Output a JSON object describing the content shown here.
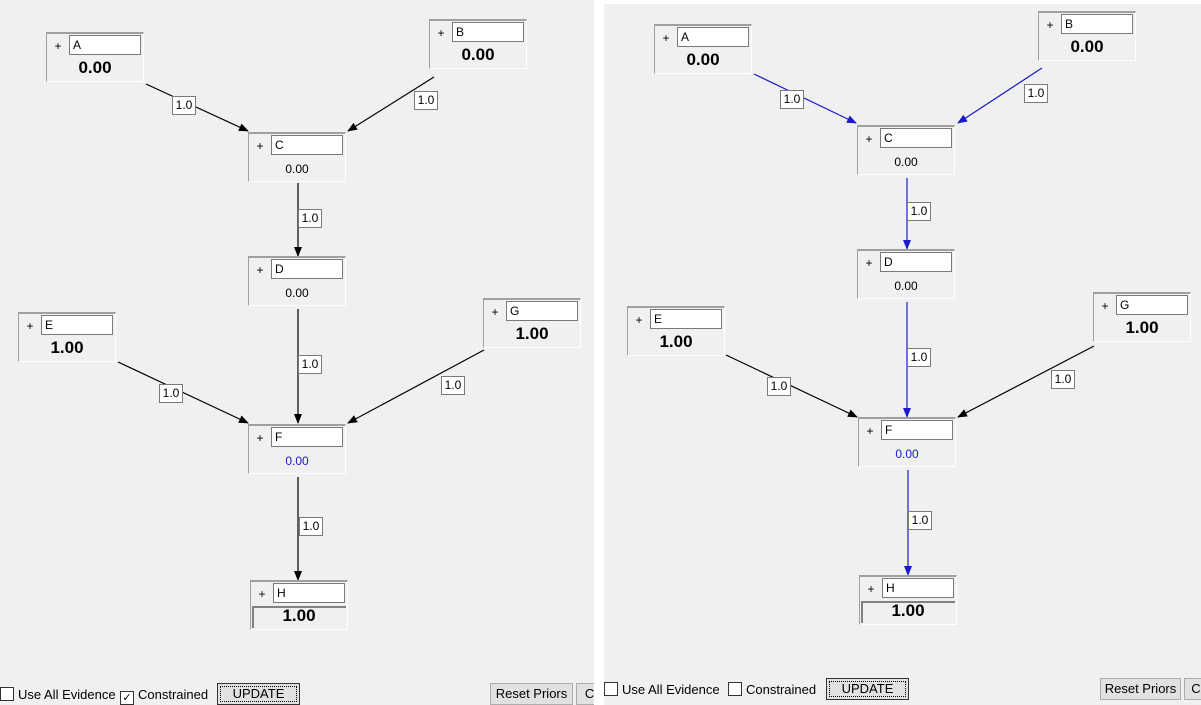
{
  "plus": "+",
  "left": {
    "nodes": {
      "A": {
        "name": "A",
        "value": "0.00"
      },
      "B": {
        "name": "B",
        "value": "0.00"
      },
      "C": {
        "name": "C",
        "value": "0.00"
      },
      "D": {
        "name": "D",
        "value": "0.00"
      },
      "E": {
        "name": "E",
        "value": "1.00"
      },
      "F": {
        "name": "F",
        "value": "0.00"
      },
      "G": {
        "name": "G",
        "value": "1.00"
      },
      "H": {
        "name": "H",
        "value": "1.00"
      }
    },
    "weights": {
      "AC": "1.0",
      "BC": "1.0",
      "CD": "1.0",
      "DF": "1.0",
      "EF": "1.0",
      "GF": "1.0",
      "FH": "1.0"
    },
    "use_all_evidence": {
      "label": "Use All Evidence",
      "checked": false,
      "mark": ""
    },
    "constrained": {
      "label": "Constrained",
      "checked": true,
      "mark": "✓"
    },
    "update": "UPDATE",
    "reset": "Reset Priors",
    "clipped": "Cl"
  },
  "right": {
    "nodes": {
      "A": {
        "name": "A",
        "value": "0.00"
      },
      "B": {
        "name": "B",
        "value": "0.00"
      },
      "C": {
        "name": "C",
        "value": "0.00"
      },
      "D": {
        "name": "D",
        "value": "0.00"
      },
      "E": {
        "name": "E",
        "value": "1.00"
      },
      "F": {
        "name": "F",
        "value": "0.00"
      },
      "G": {
        "name": "G",
        "value": "1.00"
      },
      "H": {
        "name": "H",
        "value": "1.00"
      }
    },
    "weights": {
      "AC": "1.0",
      "BC": "1.0",
      "CD": "1.0",
      "DF": "1.0",
      "EF": "1.0",
      "GF": "1.0",
      "FH": "1.0"
    },
    "use_all_evidence": {
      "label": "Use All Evidence",
      "checked": false,
      "mark": ""
    },
    "constrained": {
      "label": "Constrained",
      "checked": false,
      "mark": ""
    },
    "update": "UPDATE",
    "reset": "Reset Priors",
    "clipped": "C"
  },
  "colors": {
    "highlight_edge": "#1a1acc",
    "edge": "#000000",
    "propagated_value": "#1a1acc"
  }
}
